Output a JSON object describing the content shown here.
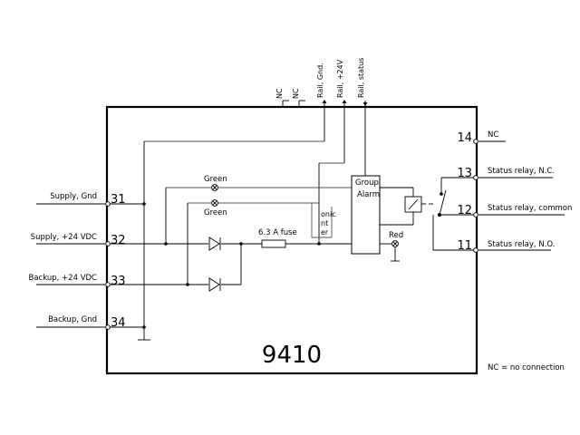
{
  "device": {
    "model": "9410"
  },
  "footnote": "NC = no connection",
  "top_signals": {
    "nc1": "NC",
    "nc2": "NC",
    "rail_gnd": "Rail, Gnd.",
    "rail_24v": "Rail, +24V",
    "rail_status": "Rail, status"
  },
  "left_terminals": [
    {
      "num": "31",
      "label": "Supply, Gnd"
    },
    {
      "num": "32",
      "label": "Supply, +24 VDC"
    },
    {
      "num": "33",
      "label": "Backup, +24 VDC"
    },
    {
      "num": "34",
      "label": "Backup, Gnd"
    }
  ],
  "right_terminals": [
    {
      "num": "14",
      "label": "NC"
    },
    {
      "num": "13",
      "label": "Status relay, N.C."
    },
    {
      "num": "12",
      "label": "Status relay, common"
    },
    {
      "num": "11",
      "label": "Status relay, N.O."
    }
  ],
  "internal": {
    "led_green_1": "Green",
    "led_green_2": "Green",
    "led_red": "Red",
    "fuse": "6.3 A fuse",
    "group_alarm_1": "Group",
    "group_alarm_2": "Alarm",
    "partial_1": "onic",
    "partial_2": "nt",
    "partial_3": "er"
  }
}
